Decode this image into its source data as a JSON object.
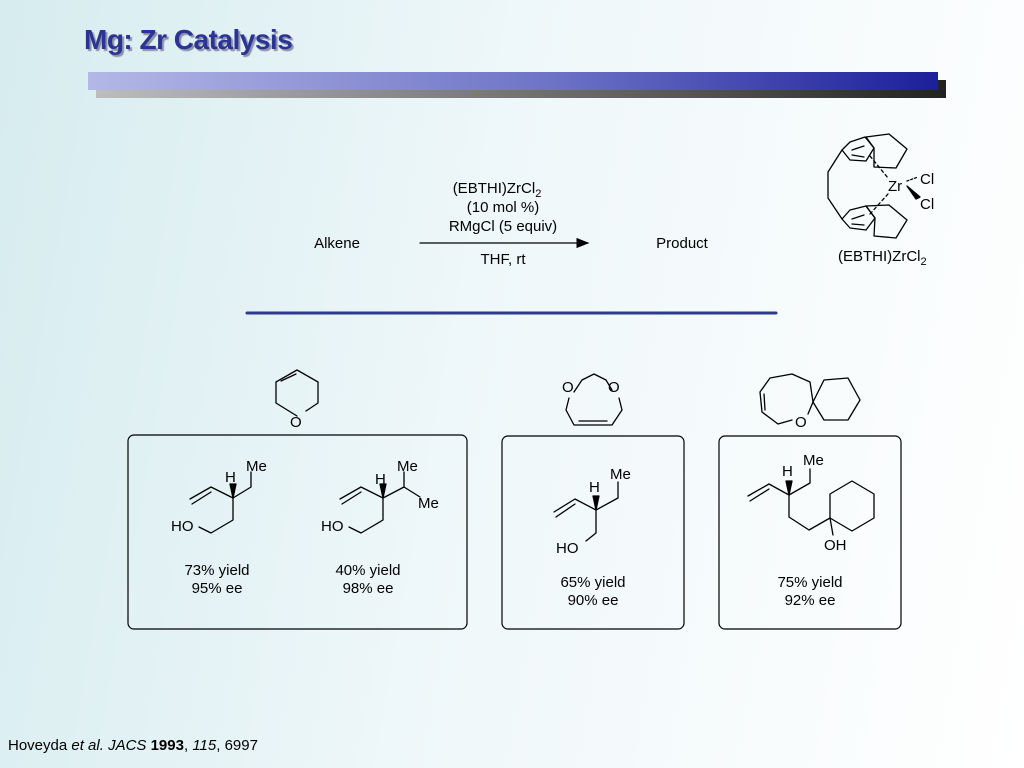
{
  "title": "Mg: Zr Catalysis",
  "scheme": {
    "reactant": "Alkene",
    "product": "Product",
    "conditions_above": [
      "(EBTHI)ZrCl",
      "2",
      "(10 mol %)",
      "RMgCl (5 equiv)"
    ],
    "conditions_below": "THF, rt",
    "catalyst": {
      "metal": "Zr",
      "ligand_1": "Cl",
      "ligand_2": "Cl",
      "label_main": "(EBTHI)ZrCl",
      "label_sub": "2"
    }
  },
  "substrates": {
    "dihydropyran": {
      "heteroatom": "O"
    },
    "dioxepine": {
      "heteroatom_1": "O",
      "heteroatom_2": "O"
    },
    "spiro_oxepine": {
      "heteroatom": "O"
    }
  },
  "products": [
    {
      "h": "H",
      "me": "Me",
      "oh": "HO",
      "yield": "73% yield",
      "ee": "95% ee"
    },
    {
      "h": "H",
      "me_1": "Me",
      "me_2": "Me",
      "oh": "HO",
      "yield": "40% yield",
      "ee": "98% ee"
    },
    {
      "h": "H",
      "me": "Me",
      "oh": "HO",
      "yield": "65% yield",
      "ee": "90% ee"
    },
    {
      "h": "H",
      "me": "Me",
      "oh": "OH",
      "yield": "75% yield",
      "ee": "92% ee"
    }
  ],
  "citation": {
    "author": "Hoveyda",
    "etal": "et al.",
    "journal": "JACS",
    "year": "1993",
    "volume": "115",
    "pages": ", 6997"
  },
  "colors": {
    "title": "#2b3494",
    "divider": "#2e3a8c",
    "bar_light": "#b4b8e6",
    "bar_dark": "#1c1f9a"
  }
}
